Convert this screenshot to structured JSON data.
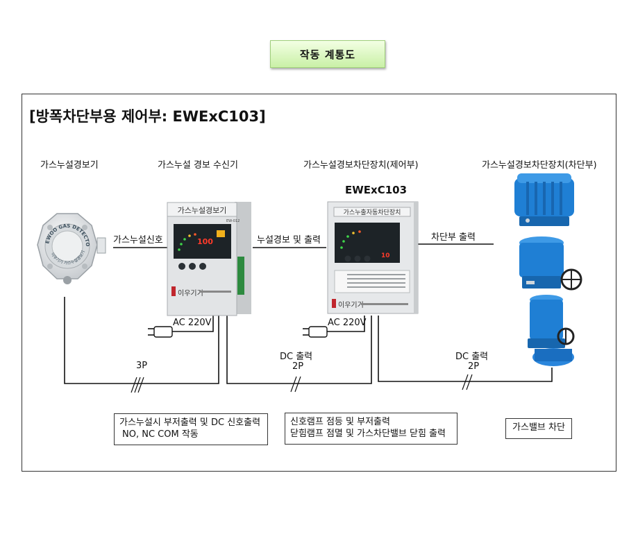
{
  "title_button": "작동 계통도",
  "heading": "[방폭차단부용 제어부: EWExC103]",
  "devices": {
    "detector": {
      "label": "가스누설경보기",
      "ring_text": "EWOO GAS DETECTOR",
      "ring_text_lower": "이우기기 가스누설경보기"
    },
    "receiver": {
      "label": "가스누설 경보 수신기",
      "panel_title": "가스누설경보기",
      "panel_model": "EW-012",
      "display_value": "100",
      "brand": "이우기기"
    },
    "controller": {
      "label": "가스누설경보차단장치(제어부)",
      "model": "EWExC103",
      "panel_title": "가스누출자동차단장치",
      "display_value": "10",
      "brand": "이우기기"
    },
    "actuator": {
      "label": "가스누설경보차단장치(차단부)"
    }
  },
  "signals": {
    "leak_signal": "가스누설신호",
    "alarm_output": "누설경보 및 출력",
    "shutoff_output": "차단부 출력",
    "ac_1": "AC 220V",
    "ac_2": "AC 220V",
    "wire_3p": "3P",
    "dc_out_1": "DC 출력",
    "wire_2p_1": "2P",
    "dc_out_2": "DC 출력",
    "wire_2p_2": "2P"
  },
  "descriptions": {
    "box1_line1": "가스누설시 부저출력 및 DC 신호출력",
    "box1_line2": "NO, NC COM 작동",
    "box2_line1": "신호램프 점등 및 부저출력",
    "box2_line2": "닫힘램프 점멸 및 가스차단밸브 닫힘 출력",
    "box3": "가스밸브 차단"
  },
  "colors": {
    "title_green": "#c9f0a6",
    "actuator_blue": "#1f7fd4",
    "panel_grey": "#e2e4e6",
    "lcd_dark": "#1d2327",
    "display_red": "#ff3a2a",
    "brand_red": "#c0262d"
  }
}
